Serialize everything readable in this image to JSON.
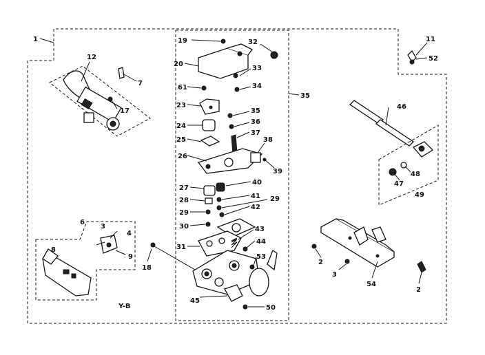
{
  "diagram": {
    "callouts": {
      "c1": "1",
      "c2a": "2",
      "c2b": "2",
      "c3a": "3",
      "c3b": "3",
      "c4": "4",
      "c6": "6",
      "c7": "7",
      "c8": "8",
      "c9": "9",
      "c11": "11",
      "c12": "12",
      "c17": "17",
      "c18": "18",
      "c19": "19",
      "c20": "20",
      "c23": "23",
      "c24": "24",
      "c25": "25",
      "c26": "26",
      "c27": "27",
      "c28": "28",
      "c29a": "29",
      "c29b": "29",
      "c30": "30",
      "c31": "31",
      "c32": "32",
      "c33": "33",
      "c34": "34",
      "c35a": "35",
      "c35b": "35",
      "c36": "36",
      "c37": "37",
      "c38": "38",
      "c39": "39",
      "c40": "40",
      "c41": "41",
      "c42": "42",
      "c43": "43",
      "c44": "44",
      "c45": "45",
      "c46": "46",
      "c47": "47",
      "c48": "48",
      "c49": "49",
      "c50": "50",
      "c52": "52",
      "c53": "53",
      "c54": "54",
      "c61": "61"
    },
    "figure_mark": "Y-B"
  }
}
